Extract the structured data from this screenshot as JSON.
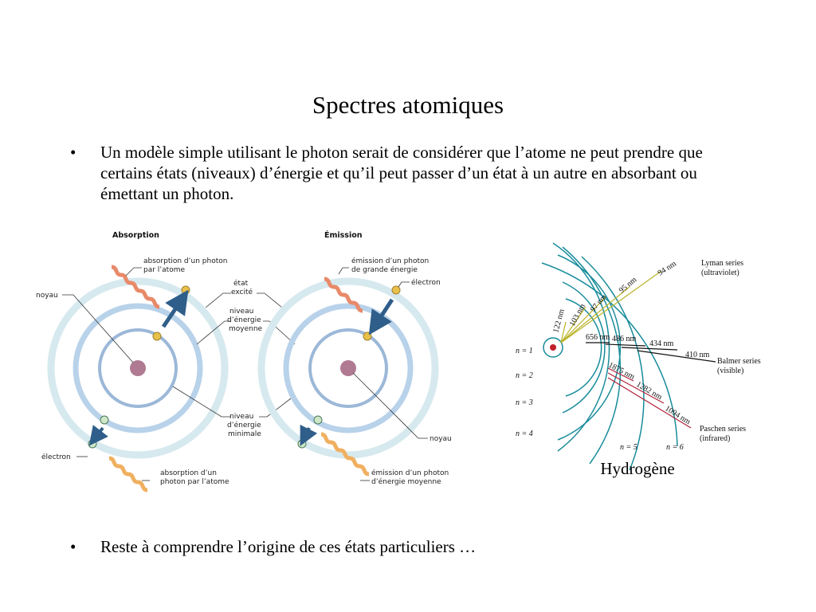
{
  "title": "Spectres atomiques",
  "bullets": [
    "Un modèle simple utilisant le photon serait de considérer que l’atome ne peut prendre que certains états (niveaux) d’énergie et qu’il peut passer d’un état à un autre en absorbant ou émettant un photon.",
    "Reste à comprendre l’origine de ces états particuliers …"
  ],
  "bullet_symbol": "•",
  "absorption": {
    "heading": "Absorption",
    "photon_in_1": "absorption d’un photon",
    "photon_in_2": "par l’atome",
    "noyau": "noyau",
    "electron": "électron",
    "photon_low_1": "absorption d’un",
    "photon_low_2": "photon par l’atome"
  },
  "levels": {
    "excite_1": "état",
    "excite_2": "excité",
    "moyen_1": "niveau",
    "moyen_2": "d’énergie",
    "moyen_3": "moyenne",
    "min_1": "niveau",
    "min_2": "d’énergie",
    "min_3": "minimale"
  },
  "emission": {
    "heading": "Émission",
    "photon_high_1": "émission d’un photon",
    "photon_high_2": "de grande énergie",
    "electron": "électron",
    "noyau": "noyau",
    "photon_mid_1": "émission d’un photon",
    "photon_mid_2": "d’énergie moyenne"
  },
  "hydrogen": {
    "levels": [
      "n = 1",
      "n = 2",
      "n = 3",
      "n = 4",
      "n = 5",
      "n = 6"
    ],
    "lyman": {
      "name": "Lyman series",
      "sub": "(ultraviolet)",
      "wavelengths": [
        "122 nm",
        "103 nm",
        "97 nm",
        "95 nm",
        "94 nm"
      ]
    },
    "balmer": {
      "name": "Balmer series",
      "sub": "(visible)",
      "wavelengths": [
        "656 nm",
        "486 nm",
        "434 nm",
        "410 nm"
      ]
    },
    "paschen": {
      "name": "Paschen series",
      "sub": "(infrared)",
      "wavelengths": [
        "1875 nm",
        "1282 nm",
        "1094 nm"
      ]
    },
    "caption": "Hydrogène"
  },
  "colors": {
    "ring_light": "#d6e9ee",
    "ring_mid": "#b8d2ea",
    "ring_inner": "#9cb8d8",
    "nucleus": "#b07a93",
    "electron": "#e8c04a",
    "arrow": "#2f5e8a",
    "photon": "#e88a6a",
    "photon_low": "#f0b060",
    "orbit_teal": "#188c9a",
    "lyman_line": "#b9b327",
    "balmer_line": "#111111",
    "paschen_line": "#b2213a"
  }
}
